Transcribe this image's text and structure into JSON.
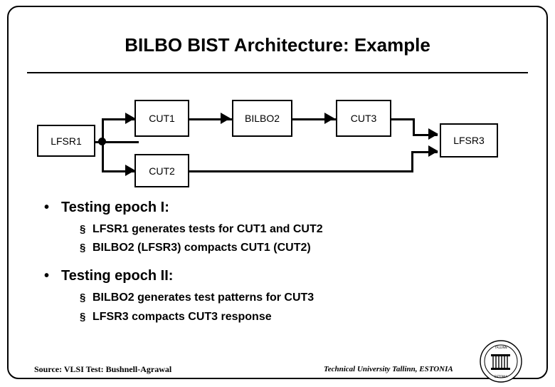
{
  "slide": {
    "title": "BILBO BIST Architecture: Example"
  },
  "diagram": {
    "blocks": [
      {
        "id": "lfsr1",
        "label": "LFSR1"
      },
      {
        "id": "cut1",
        "label": "CUT1"
      },
      {
        "id": "cut2",
        "label": "CUT2"
      },
      {
        "id": "bilbo2",
        "label": "BILBO2"
      },
      {
        "id": "cut3",
        "label": "CUT3"
      },
      {
        "id": "lfsr3",
        "label": "LFSR3"
      }
    ]
  },
  "bullets": [
    {
      "marker": "•",
      "text": "Testing epoch I:",
      "children": [
        {
          "marker": "§",
          "text": "LFSR1 generates tests for CUT1 and CUT2"
        },
        {
          "marker": "§",
          "text": "BILBO2 (LFSR3) compacts  CUT1 (CUT2)"
        }
      ]
    },
    {
      "marker": "•",
      "text": "Testing epoch II:",
      "children": [
        {
          "marker": "§",
          "text": "BILBO2 generates test patterns for CUT3"
        },
        {
          "marker": "§",
          "text": "LFSR3 compacts CUT3 response"
        }
      ]
    }
  ],
  "footer": {
    "source": "Source: VLSI Test: Bushnell-Agrawal",
    "affiliation": "Technical University Tallinn, ESTONIA",
    "logo_name": "university-seal-logo"
  },
  "colors": {
    "ink": "#000000",
    "paper": "#ffffff"
  }
}
